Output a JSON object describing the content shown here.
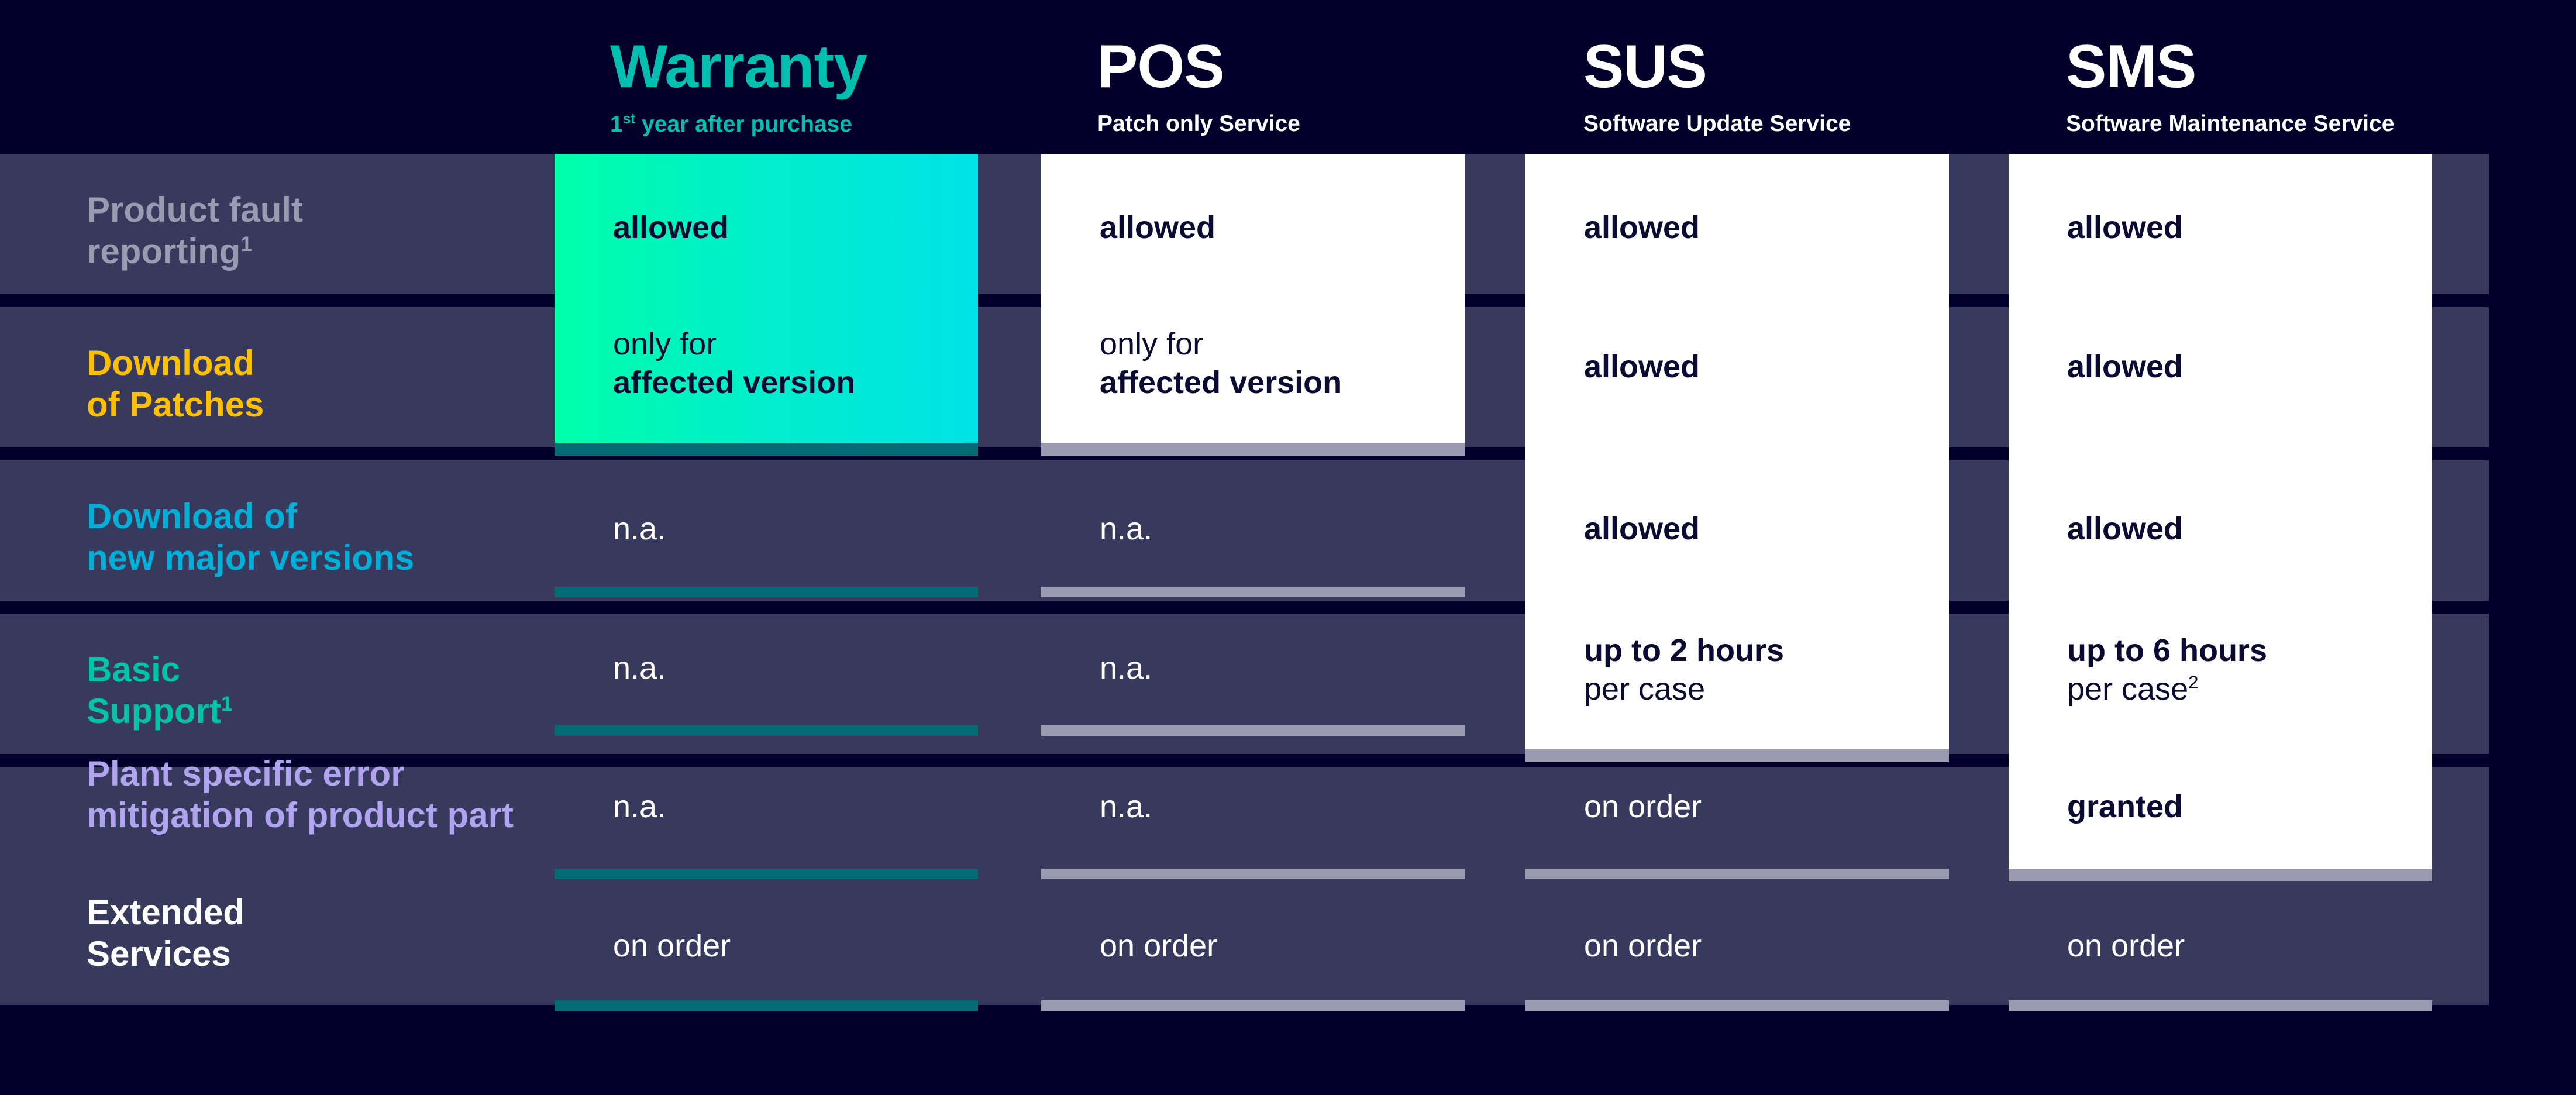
{
  "colors": {
    "background": "#02002b",
    "row_band": "#373a5c",
    "card_white": "#ffffff",
    "card_gradient_start": "#00ffa8",
    "card_gradient_end": "#00e2e6",
    "shadow_grey": "#9a9bb0",
    "shadow_teal": "#046b74",
    "text_dark": "#0a0a32",
    "text_light": "#ffffff",
    "label_grey": "#9a9bb0",
    "label_gold": "#ffc000",
    "label_cyan": "#00b0d8",
    "label_teal": "#00c4a7",
    "label_purple": "#b0a4f0",
    "label_white": "#ffffff",
    "header_warranty": "#00bfae"
  },
  "columns": [
    {
      "id": "warranty",
      "title": "Warranty",
      "subtitle_prefix": "1",
      "subtitle_sup": "st",
      "subtitle_rest": " year after purchase",
      "subtitle_full": "1st year after purchase",
      "accent": "teal",
      "card_style": "gradient"
    },
    {
      "id": "pos",
      "title": "POS",
      "subtitle_full": "Patch only Service",
      "accent": "grey",
      "card_style": "white"
    },
    {
      "id": "sus",
      "title": "SUS",
      "subtitle_full": "Software Update Service",
      "accent": "grey",
      "card_style": "white"
    },
    {
      "id": "sms",
      "title": "SMS",
      "subtitle_full": "Software Maintenance Service",
      "accent": "grey",
      "card_style": "white"
    }
  ],
  "rows": [
    {
      "label_line1": "Product fault",
      "label_line2": "reporting",
      "label_sup": "1",
      "label_color": "label_grey",
      "cells": {
        "warranty": {
          "line1": "allowed",
          "line1_bold": true,
          "line2": "",
          "line3": ""
        },
        "pos": {
          "line1": "allowed",
          "line1_bold": true
        },
        "sus": {
          "line1": "allowed",
          "line1_bold": true
        },
        "sms": {
          "line1": "allowed",
          "line1_bold": true
        }
      }
    },
    {
      "label_line1": "Download",
      "label_line2": "of Patches",
      "label_sup": "",
      "label_color": "label_gold",
      "cells": {
        "warranty": {
          "line1": "only for",
          "line1_bold": false,
          "line2": "affected version",
          "line2_bold": true
        },
        "pos": {
          "line1": "only for",
          "line1_bold": false,
          "line2": "affected version",
          "line2_bold": true
        },
        "sus": {
          "line1": "allowed",
          "line1_bold": true
        },
        "sms": {
          "line1": "allowed",
          "line1_bold": true
        }
      }
    },
    {
      "label_line1": "Download of",
      "label_line2": "new major versions",
      "label_sup": "",
      "label_color": "label_cyan",
      "cells": {
        "warranty": {
          "line1": "n.a.",
          "line1_bold": false
        },
        "pos": {
          "line1": "n.a.",
          "line1_bold": false
        },
        "sus": {
          "line1": "allowed",
          "line1_bold": true
        },
        "sms": {
          "line1": "allowed",
          "line1_bold": true
        }
      }
    },
    {
      "label_line1": "Basic",
      "label_line2": "Support",
      "label_sup": "1",
      "label_color": "label_teal",
      "cells": {
        "warranty": {
          "line1": "n.a.",
          "line1_bold": false
        },
        "pos": {
          "line1": "n.a.",
          "line1_bold": false
        },
        "sus": {
          "line1": "up to 2 hours",
          "line1_bold": true,
          "line2": "per case",
          "line2_bold": false
        },
        "sms": {
          "line1": "up to 6 hours",
          "line1_bold": true,
          "line2": "per case",
          "line2_bold": false,
          "line2_sup": "2"
        }
      }
    },
    {
      "label_line1": "Plant specific error",
      "label_line2": "mitigation of product part",
      "label_sup": "",
      "label_color": "label_purple",
      "cells": {
        "warranty": {
          "line1": "n.a.",
          "line1_bold": false
        },
        "pos": {
          "line1": "n.a.",
          "line1_bold": false
        },
        "sus": {
          "line1": "on order",
          "line1_bold": false
        },
        "sms": {
          "line1": "granted",
          "line1_bold": true
        }
      }
    },
    {
      "label_line1": "Extended",
      "label_line2": "Services",
      "label_sup": "",
      "label_color": "label_white",
      "cells": {
        "warranty": {
          "line1": "on order",
          "line1_bold": false
        },
        "pos": {
          "line1": "on order",
          "line1_bold": false
        },
        "sus": {
          "line1": "on order",
          "line1_bold": false
        },
        "sms": {
          "line1": "on order",
          "line1_bold": false
        }
      }
    }
  ]
}
